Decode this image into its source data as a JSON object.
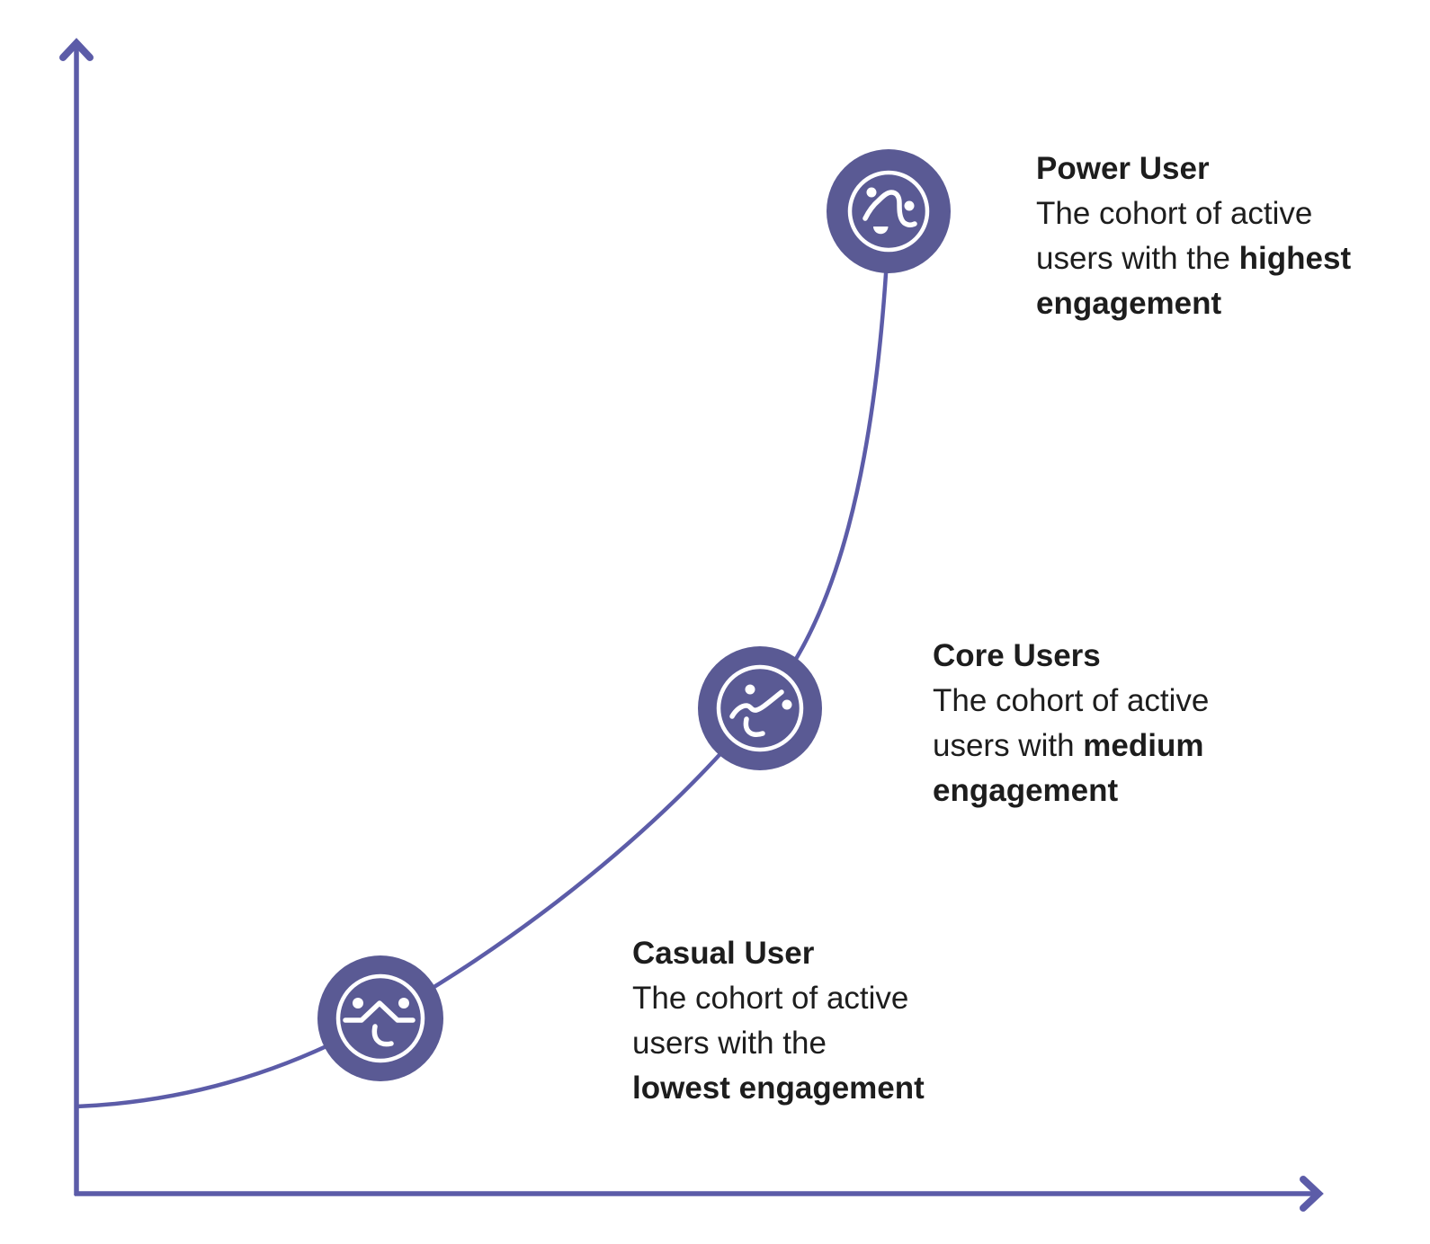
{
  "colors": {
    "curve_line": "#5C5CA8",
    "axis_line": "#5C5CA8",
    "icon_fill": "#5A5A94",
    "icon_face": "#FFFFFF",
    "text": "#1D1D1D",
    "background": "#FFFFFF"
  },
  "icons": {
    "power": "power-user-face-icon",
    "core": "core-users-face-icon",
    "casual": "casual-user-face-icon"
  },
  "personas": [
    {
      "id": "power-user",
      "title": "Power User",
      "lines": [
        [
          {
            "text": "The cohort of active"
          }
        ],
        [
          {
            "text": "users with the "
          },
          {
            "text": "highest",
            "bold": true
          }
        ],
        [
          {
            "text": "engagement",
            "bold": true
          }
        ]
      ]
    },
    {
      "id": "core-users",
      "title": "Core Users",
      "lines": [
        [
          {
            "text": "The cohort of active"
          }
        ],
        [
          {
            "text": "users with "
          },
          {
            "text": "medium",
            "bold": true
          }
        ],
        [
          {
            "text": "engagement",
            "bold": true
          }
        ]
      ]
    },
    {
      "id": "casual-user",
      "title": "Casual User",
      "lines": [
        [
          {
            "text": "The cohort of active"
          }
        ],
        [
          {
            "text": "users with the"
          }
        ],
        [
          {
            "text": "lowest engagement",
            "bold": true
          }
        ]
      ]
    }
  ]
}
